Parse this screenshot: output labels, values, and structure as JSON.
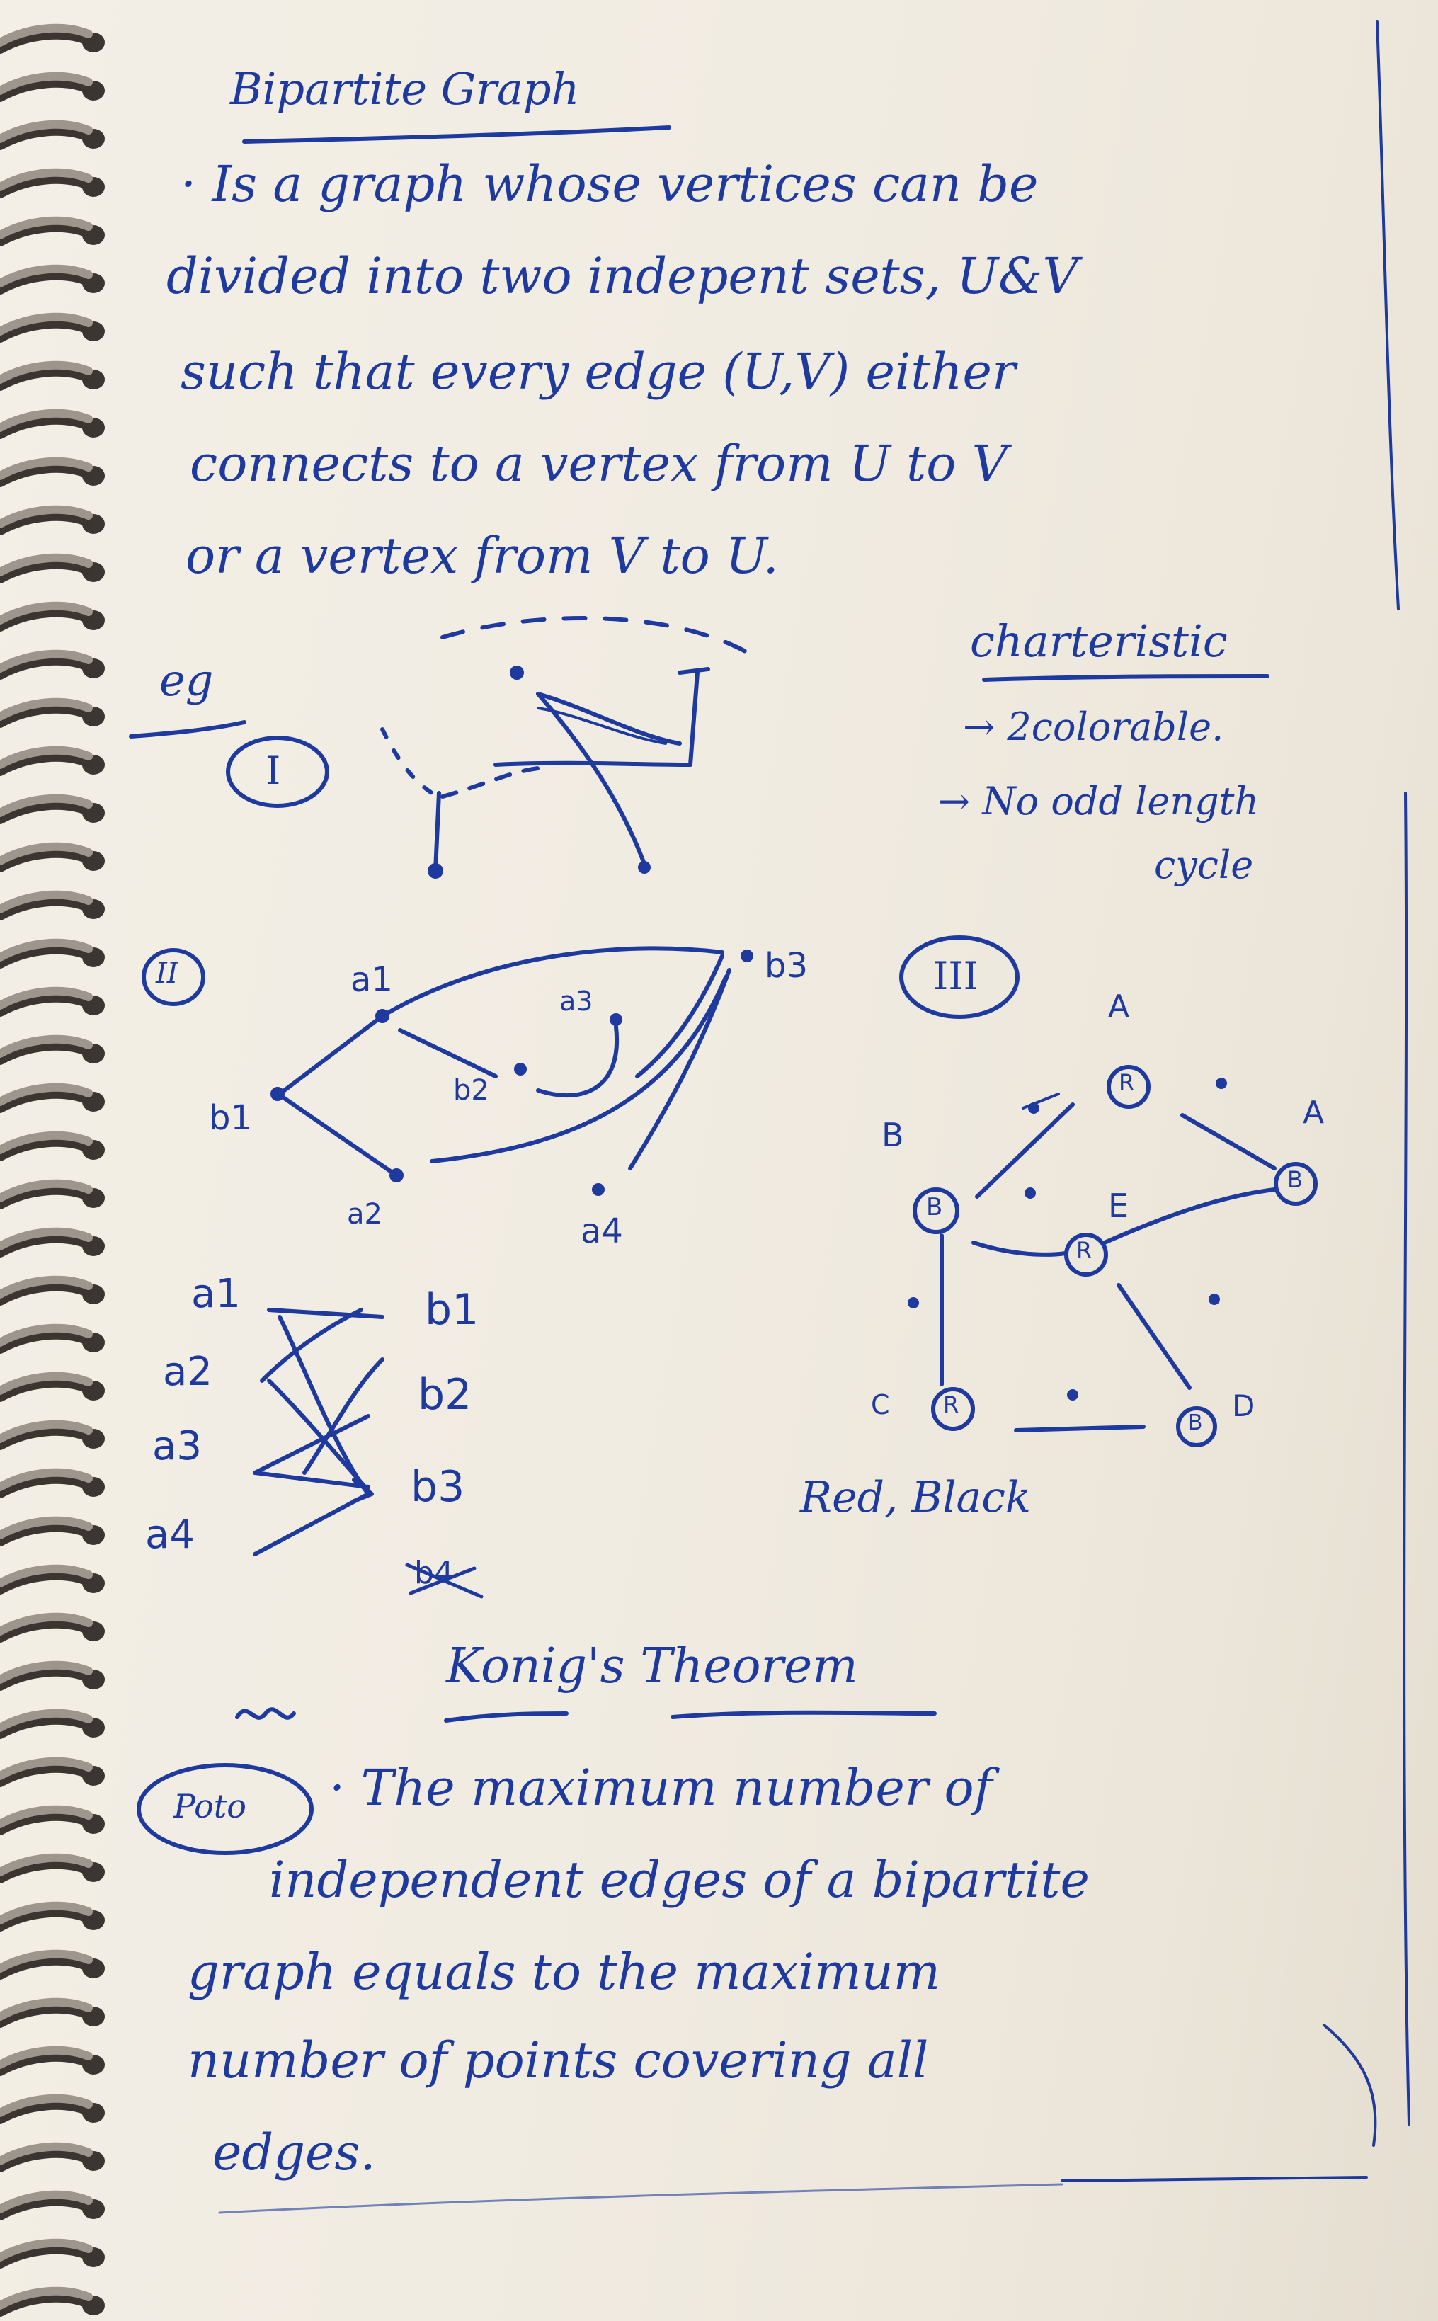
{
  "notes": {
    "title": "Bipartite Graph",
    "definition_lines": [
      "· Is a graph whose vertices can be",
      "divided into two indepent sets, U&V",
      "such that every edge (U,V) either",
      "connects to a vertex from U to V",
      "or a vertex from V to U."
    ],
    "eg_label": "eg",
    "characteristics": {
      "heading": "charteristic",
      "items": [
        "→ 2colorable.",
        "→ No odd length",
        "cycle"
      ]
    },
    "example_labels": {
      "one": "I",
      "two": "II",
      "three": "III"
    },
    "graph2_labels": [
      "a1",
      "a3",
      "b3",
      "b1",
      "b2",
      "a2",
      "a4"
    ],
    "matching": {
      "left": [
        "a1",
        "a2",
        "a3",
        "a4"
      ],
      "right": [
        "b1",
        "b2",
        "b3"
      ],
      "struck": "b4"
    },
    "graph3": {
      "node_letters": [
        "R",
        "B",
        "B",
        "R",
        "R",
        "B"
      ],
      "side_letters": [
        "A",
        "B",
        "A",
        "E",
        "C",
        "D"
      ],
      "caption": "Red, Black"
    },
    "theorem": {
      "heading": "Konig's Theorem",
      "badge": "Poto",
      "lines": [
        "· The maximum number of",
        "independent edges of a bipartite",
        "graph equals to the maximum",
        "number of points covering all",
        "edges."
      ]
    }
  }
}
